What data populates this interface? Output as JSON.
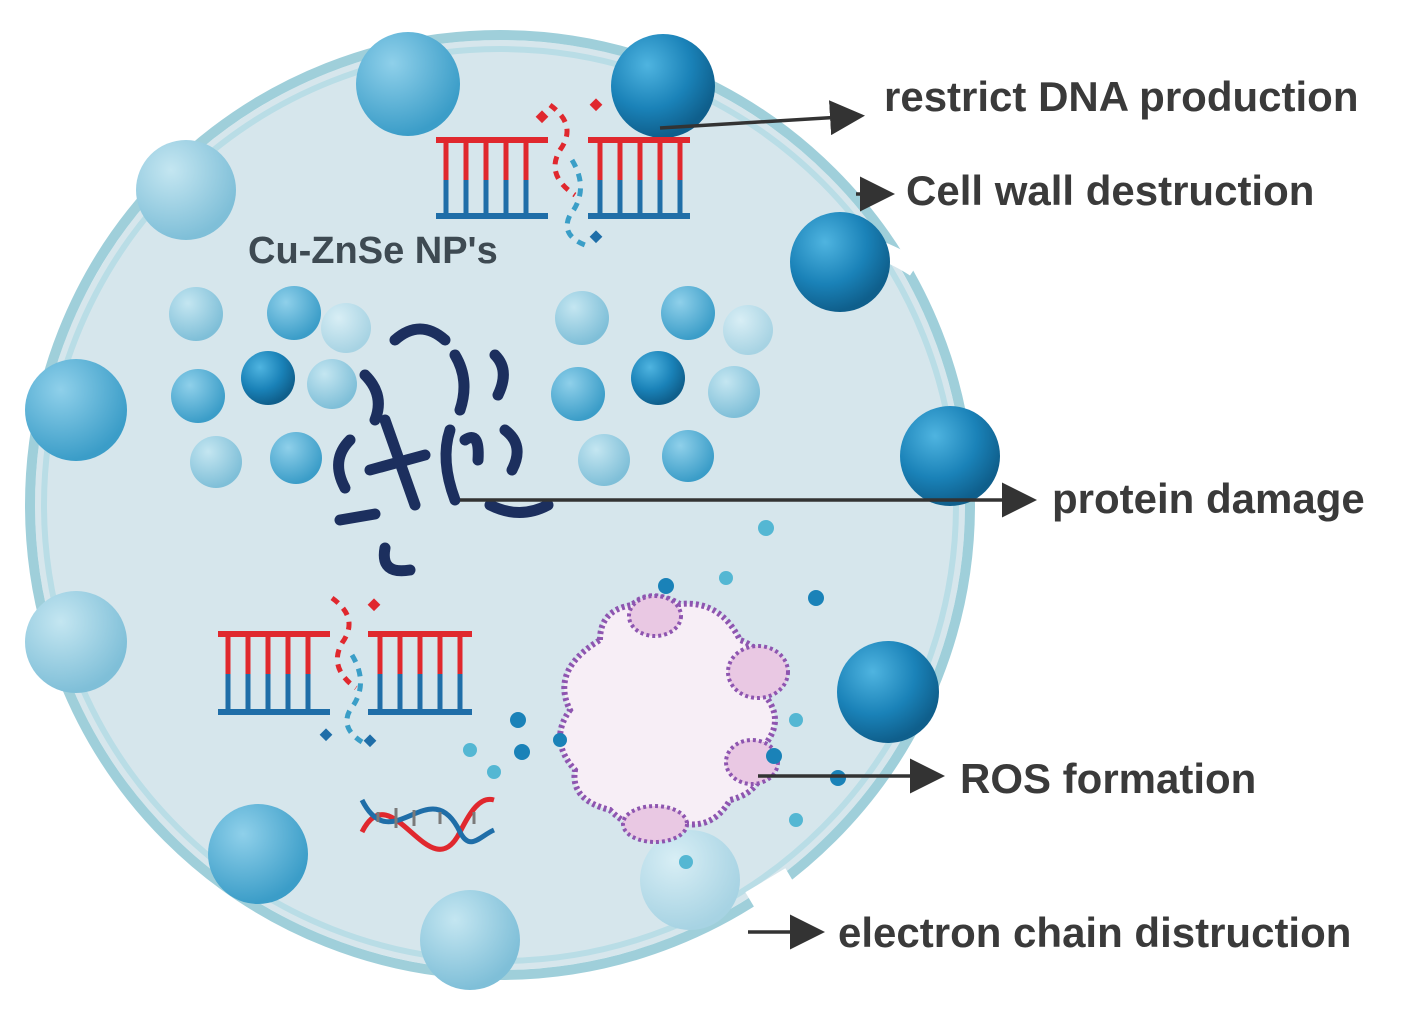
{
  "labels": {
    "np": "Cu-ZnSe NP's",
    "dna": "restrict DNA production",
    "wall": "Cell wall destruction",
    "protein": "protein damage",
    "ros": "ROS formation",
    "electron": "electron  chain distruction"
  },
  "colors": {
    "cell_fill": "#d6e6ec",
    "membrane": "#9fcfda",
    "np_dark": "#1a82b8",
    "np_light": "#8ccbe0",
    "dna_red": "#e0282e",
    "dna_blue": "#1f6ea8",
    "protein": "#1c2f5e",
    "ros_fill": "#f7eef6",
    "ros_edge": "#8e55b0",
    "arrow": "#333333"
  }
}
